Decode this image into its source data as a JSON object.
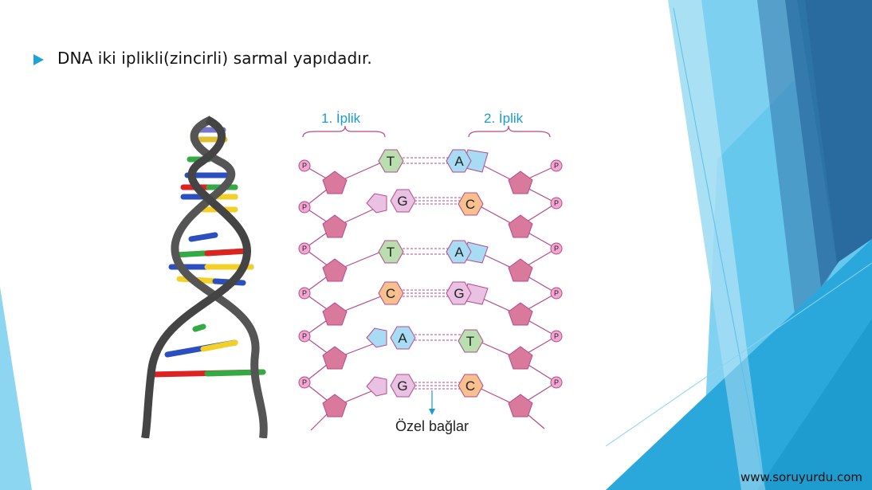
{
  "slide": {
    "bullet_text": "DNA iki iplikli(zincirli) sarmal yapıdadır.",
    "footer": "www.soruyurdu.com"
  },
  "diagram": {
    "strand_labels": [
      "1. İplik",
      "2. İplik"
    ],
    "bond_label": "Özel bağlar",
    "phosphate_label": "P",
    "base_pairs": [
      {
        "left": "T",
        "right": "A"
      },
      {
        "left": "G",
        "right": "C"
      },
      {
        "left": "T",
        "right": "A"
      },
      {
        "left": "C",
        "right": "G"
      },
      {
        "left": "A",
        "right": "T"
      },
      {
        "left": "G",
        "right": "C"
      }
    ]
  },
  "colors": {
    "accent": "#1fa2d6",
    "label_blue": "#1b9ad1",
    "strand_pink": "#b5498a",
    "sugar": "#d9799c",
    "T": "#b9dfb0",
    "A": "#a8dcf4",
    "G": "#e9c1e3",
    "C": "#f8c08e"
  }
}
